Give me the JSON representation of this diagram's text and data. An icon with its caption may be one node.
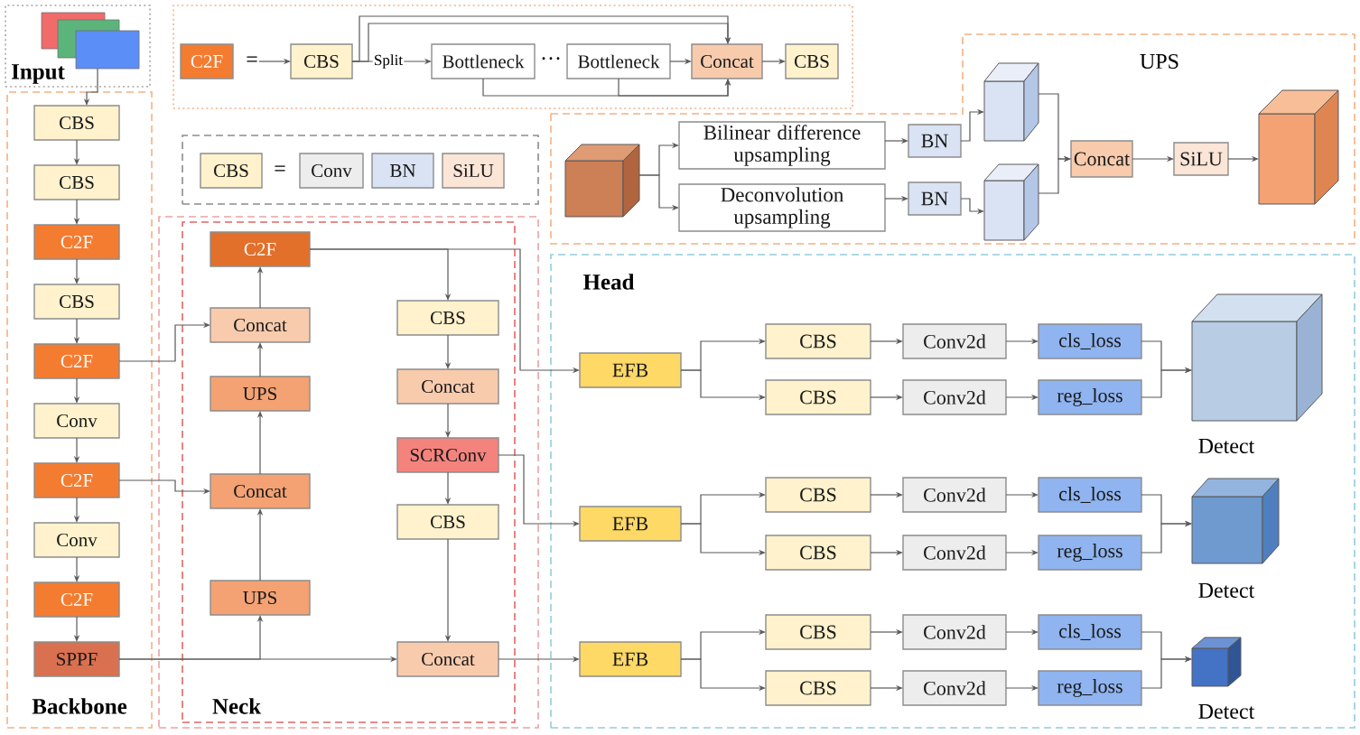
{
  "diagram": {
    "nodes": [
      {
        "text": [
          "Input"
        ]
      },
      {
        "text": [],
        "shape": "picture",
        "in": 0
      },
      {
        "text": [],
        "shape": "box"
      },
      {
        "text": [
          "C2F"
        ],
        "in": 2
      },
      {
        "text": [
          "CBS"
        ],
        "in": 2
      },
      {
        "text": [
          "Bottleneck"
        ],
        "in": 2
      },
      {
        "text": [
          "Bottleneck"
        ],
        "in": 2
      },
      {
        "text": [
          "Concat"
        ],
        "in": 2
      },
      {
        "text": [
          "CBS"
        ],
        "in": 2
      },
      {
        "text": [],
        "shape": "box"
      },
      {
        "text": [
          "CBS"
        ],
        "in": 9
      },
      {
        "text": [
          "Conv"
        ],
        "in": 9
      },
      {
        "text": [
          "BN"
        ],
        "in": 9
      },
      {
        "text": [
          "SiLU"
        ],
        "in": 9
      },
      {
        "text": [
          "UPS"
        ]
      },
      {
        "text": [],
        "shape": "cube",
        "in": 14
      },
      {
        "text": [
          "Bilinear difference upsampling"
        ],
        "in": 14
      },
      {
        "text": [
          "Deconvolution upsampling"
        ],
        "in": 14
      },
      {
        "text": [
          "BN"
        ],
        "in": 14
      },
      {
        "text": [
          "BN"
        ],
        "in": 14
      },
      {
        "text": [],
        "shape": "cube",
        "in": 14
      },
      {
        "text": [],
        "shape": "cube",
        "in": 14
      },
      {
        "text": [
          "Concat"
        ],
        "in": 14
      },
      {
        "text": [
          "SiLU"
        ],
        "in": 14
      },
      {
        "text": [],
        "shape": "cube",
        "in": 14
      },
      {
        "text": [
          "Backbone"
        ]
      },
      {
        "text": [
          "CBS"
        ],
        "in": 25
      },
      {
        "text": [
          "CBS"
        ],
        "in": 25
      },
      {
        "text": [
          "C2F"
        ],
        "in": 25
      },
      {
        "text": [
          "CBS"
        ],
        "in": 25
      },
      {
        "text": [
          "C2F"
        ],
        "in": 25
      },
      {
        "text": [
          "Conv"
        ],
        "in": 25
      },
      {
        "text": [
          "C2F"
        ],
        "in": 25
      },
      {
        "text": [
          "Conv"
        ],
        "in": 25
      },
      {
        "text": [
          "C2F"
        ],
        "in": 25
      },
      {
        "text": [
          "SPPF"
        ],
        "in": 25
      },
      {
        "text": [],
        "shape": "box"
      },
      {
        "text": [
          "Neck"
        ],
        "in": 36
      },
      {
        "text": [
          "C2F"
        ],
        "in": 37
      },
      {
        "text": [
          "Concat"
        ],
        "in": 37
      },
      {
        "text": [
          "UPS"
        ],
        "in": 37
      },
      {
        "text": [
          "Concat"
        ],
        "in": 37
      },
      {
        "text": [
          "UPS"
        ],
        "in": 37
      },
      {
        "text": [
          "CBS"
        ],
        "in": 37
      },
      {
        "text": [
          "Concat"
        ],
        "in": 37
      },
      {
        "text": [
          "SCRConv"
        ],
        "in": 37
      },
      {
        "text": [
          "CBS"
        ],
        "in": 37
      },
      {
        "text": [
          "Concat"
        ],
        "in": 37
      },
      {
        "text": [
          "Head"
        ]
      },
      {
        "text": [
          "EFB"
        ],
        "in": 48
      },
      {
        "text": [
          "CBS"
        ],
        "in": 48
      },
      {
        "text": [
          "Conv2d"
        ],
        "in": 48
      },
      {
        "text": [
          "cls_loss"
        ],
        "in": 48
      },
      {
        "text": [
          "CBS"
        ],
        "in": 48
      },
      {
        "text": [
          "Conv2d"
        ],
        "in": 48
      },
      {
        "text": [
          "reg_loss"
        ],
        "in": 48
      },
      {
        "text": [],
        "shape": "cube",
        "in": 48,
        "beside": [
          "Detect"
        ]
      },
      {
        "text": [
          "EFB"
        ],
        "in": 48
      },
      {
        "text": [
          "CBS"
        ],
        "in": 48
      },
      {
        "text": [
          "Conv2d"
        ],
        "in": 48
      },
      {
        "text": [
          "cls_loss"
        ],
        "in": 48
      },
      {
        "text": [
          "CBS"
        ],
        "in": 48
      },
      {
        "text": [
          "Conv2d"
        ],
        "in": 48
      },
      {
        "text": [
          "reg_loss"
        ],
        "in": 48
      },
      {
        "text": [],
        "shape": "cube",
        "in": 48,
        "beside": [
          "Detect"
        ]
      },
      {
        "text": [
          "EFB"
        ],
        "in": 48
      },
      {
        "text": [
          "CBS"
        ],
        "in": 48
      },
      {
        "text": [
          "Conv2d"
        ],
        "in": 48
      },
      {
        "text": [
          "cls_loss"
        ],
        "in": 48
      },
      {
        "text": [
          "CBS"
        ],
        "in": 48
      },
      {
        "text": [
          "Conv2d"
        ],
        "in": 48
      },
      {
        "text": [
          "reg_loss"
        ],
        "in": 48
      },
      {
        "text": [],
        "shape": "cube",
        "in": 48,
        "beside": [
          "Detect"
        ]
      },
      {
        "text": [
          "="
        ],
        "in": 2
      }
    ],
    "edges": [
      {
        "from": 1,
        "to": 26,
        "arrow": "to"
      },
      {
        "from": 73,
        "to": 4,
        "arrow": "to"
      },
      {
        "from": 4,
        "to": 5,
        "arrow": "to",
        "label": "Split"
      },
      {
        "from": 4,
        "to": 7,
        "arrow": "to"
      },
      {
        "from": 4,
        "to": 7,
        "arrow": "to"
      },
      {
        "from": 5,
        "to": 7,
        "arrow": "to"
      },
      {
        "from": 6,
        "to": 7,
        "arrow": "to"
      },
      {
        "from": 6,
        "to": 7,
        "arrow": "to"
      },
      {
        "from": 7,
        "to": 8,
        "arrow": "to"
      },
      {
        "from": 15,
        "to": 16,
        "arrow": "to"
      },
      {
        "from": 15,
        "to": 17,
        "arrow": "to"
      },
      {
        "from": 16,
        "to": 18,
        "arrow": "to"
      },
      {
        "from": 17,
        "to": 19,
        "arrow": "to"
      },
      {
        "from": 18,
        "to": 20,
        "arrow": "to"
      },
      {
        "from": 19,
        "to": 21,
        "arrow": "to"
      },
      {
        "from": 20,
        "to": 22,
        "arrow": "to"
      },
      {
        "from": 21,
        "to": 22,
        "arrow": "to"
      },
      {
        "from": 22,
        "to": 23,
        "arrow": "to"
      },
      {
        "from": 23,
        "to": 24,
        "arrow": "to"
      },
      {
        "from": 26,
        "to": 27,
        "arrow": "to"
      },
      {
        "from": 27,
        "to": 28,
        "arrow": "to"
      },
      {
        "from": 28,
        "to": 29,
        "arrow": "to"
      },
      {
        "from": 29,
        "to": 30,
        "arrow": "to"
      },
      {
        "from": 30,
        "to": 31,
        "arrow": "to"
      },
      {
        "from": 31,
        "to": 32,
        "arrow": "to"
      },
      {
        "from": 32,
        "to": 33,
        "arrow": "to"
      },
      {
        "from": 33,
        "to": 34,
        "arrow": "to"
      },
      {
        "from": 34,
        "to": 35,
        "arrow": "to"
      },
      {
        "from": 30,
        "to": 39,
        "arrow": "to"
      },
      {
        "from": 32,
        "to": 41,
        "arrow": "to"
      },
      {
        "from": 35,
        "to": 47,
        "arrow": "to"
      },
      {
        "from": 35,
        "to": 42,
        "arrow": "to"
      },
      {
        "from": 42,
        "to": 41,
        "arrow": "to"
      },
      {
        "from": 41,
        "to": 40,
        "arrow": "to"
      },
      {
        "from": 40,
        "to": 39,
        "arrow": "to"
      },
      {
        "from": 39,
        "to": 38,
        "arrow": "to"
      },
      {
        "from": 38,
        "to": 43,
        "arrow": "to"
      },
      {
        "from": 43,
        "to": 44,
        "arrow": "to"
      },
      {
        "from": 44,
        "to": 45,
        "arrow": "to"
      },
      {
        "from": 45,
        "to": 46,
        "arrow": "to"
      },
      {
        "from": 46,
        "to": 47,
        "arrow": "to"
      },
      {
        "from": 38,
        "to": 49,
        "arrow": "to"
      },
      {
        "from": 45,
        "to": 57,
        "arrow": "to"
      },
      {
        "from": 47,
        "to": 65,
        "arrow": "to"
      },
      {
        "from": 49,
        "to": 50,
        "arrow": "to"
      },
      {
        "from": 49,
        "to": 53,
        "arrow": "to"
      },
      {
        "from": 50,
        "to": 51,
        "arrow": "to"
      },
      {
        "from": 51,
        "to": 52,
        "arrow": "to"
      },
      {
        "from": 53,
        "to": 54,
        "arrow": "to"
      },
      {
        "from": 54,
        "to": 55,
        "arrow": "to"
      },
      {
        "from": 52,
        "to": 56,
        "arrow": "to"
      },
      {
        "from": 55,
        "to": 56,
        "arrow": "to"
      },
      {
        "from": 57,
        "to": 58,
        "arrow": "to"
      },
      {
        "from": 57,
        "to": 61,
        "arrow": "to"
      },
      {
        "from": 58,
        "to": 59,
        "arrow": "to"
      },
      {
        "from": 59,
        "to": 60,
        "arrow": "to"
      },
      {
        "from": 61,
        "to": 62,
        "arrow": "to"
      },
      {
        "from": 62,
        "to": 63,
        "arrow": "to"
      },
      {
        "from": 60,
        "to": 64,
        "arrow": "to"
      },
      {
        "from": 63,
        "to": 64,
        "arrow": "to"
      },
      {
        "from": 65,
        "to": 66,
        "arrow": "to"
      },
      {
        "from": 65,
        "to": 69,
        "arrow": "to"
      },
      {
        "from": 66,
        "to": 67,
        "arrow": "to"
      },
      {
        "from": 67,
        "to": 68,
        "arrow": "to"
      },
      {
        "from": 69,
        "to": 70,
        "arrow": "to"
      },
      {
        "from": 70,
        "to": 71,
        "arrow": "to"
      },
      {
        "from": 68,
        "to": 72,
        "arrow": "to"
      },
      {
        "from": 71,
        "to": 72,
        "arrow": "to"
      }
    ],
    "labels": [
      "···",
      "="
    ]
  }
}
